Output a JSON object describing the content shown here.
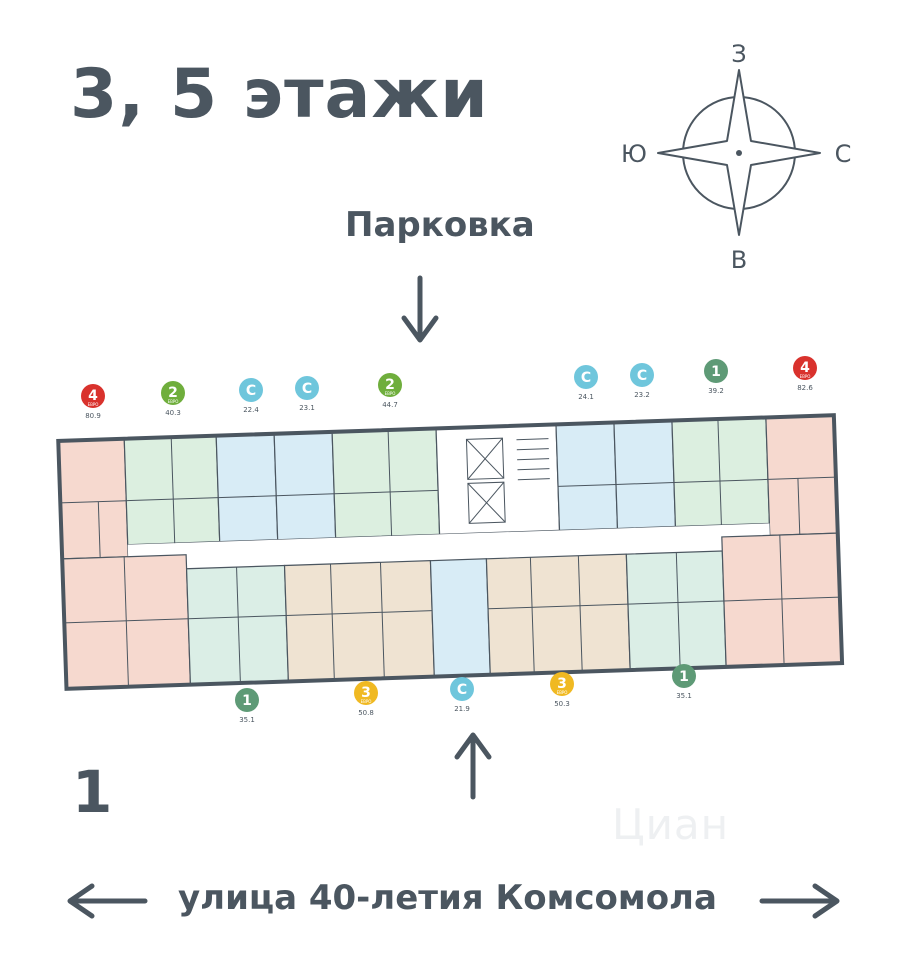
{
  "title": "3, 5 этажи",
  "parking_label": "Парковка",
  "street_label": "улица 40-летия Комсомола",
  "building_number": "1",
  "watermark": "Циан",
  "compass": {
    "north": "З",
    "west": "Ю",
    "east": "С",
    "south": "В"
  },
  "badge_sub": "ЕВРО",
  "colors": {
    "text": "#4b5660",
    "badge_4": "#d9322d",
    "badge_2": "#6fae3c",
    "badge_studio": "#6fc6dc",
    "badge_1": "#5e9a76",
    "badge_3": "#f0b922",
    "fill_4": "#f6d9cf",
    "fill_2": "#dcefe0",
    "fill_studio": "#d8ecf6",
    "fill_1": "#dbeee6",
    "fill_3": "#efe3d2"
  },
  "apartments_top": [
    {
      "rooms": "4",
      "type": "4",
      "euro": true,
      "area": "80.9"
    },
    {
      "rooms": "2",
      "type": "2",
      "euro": true,
      "area": "40.3"
    },
    {
      "rooms": "С",
      "type": "studio",
      "euro": false,
      "area": "22.4"
    },
    {
      "rooms": "С",
      "type": "studio",
      "euro": false,
      "area": "23.1"
    },
    {
      "rooms": "2",
      "type": "2",
      "euro": true,
      "area": "44.7"
    },
    {
      "rooms": "С",
      "type": "studio",
      "euro": false,
      "area": "24.1"
    },
    {
      "rooms": "С",
      "type": "studio",
      "euro": false,
      "area": "23.2"
    },
    {
      "rooms": "1",
      "type": "1",
      "euro": false,
      "area": "39.2"
    },
    {
      "rooms": "4",
      "type": "4",
      "euro": true,
      "area": "82.6"
    }
  ],
  "apartments_bottom": [
    {
      "rooms": "1",
      "type": "1",
      "euro": false,
      "area": "35.1"
    },
    {
      "rooms": "3",
      "type": "3",
      "euro": true,
      "area": "50.8"
    },
    {
      "rooms": "С",
      "type": "studio",
      "euro": false,
      "area": "21.9"
    },
    {
      "rooms": "3",
      "type": "3",
      "euro": true,
      "area": "50.3"
    },
    {
      "rooms": "1",
      "type": "1",
      "euro": false,
      "area": "35.1"
    }
  ]
}
